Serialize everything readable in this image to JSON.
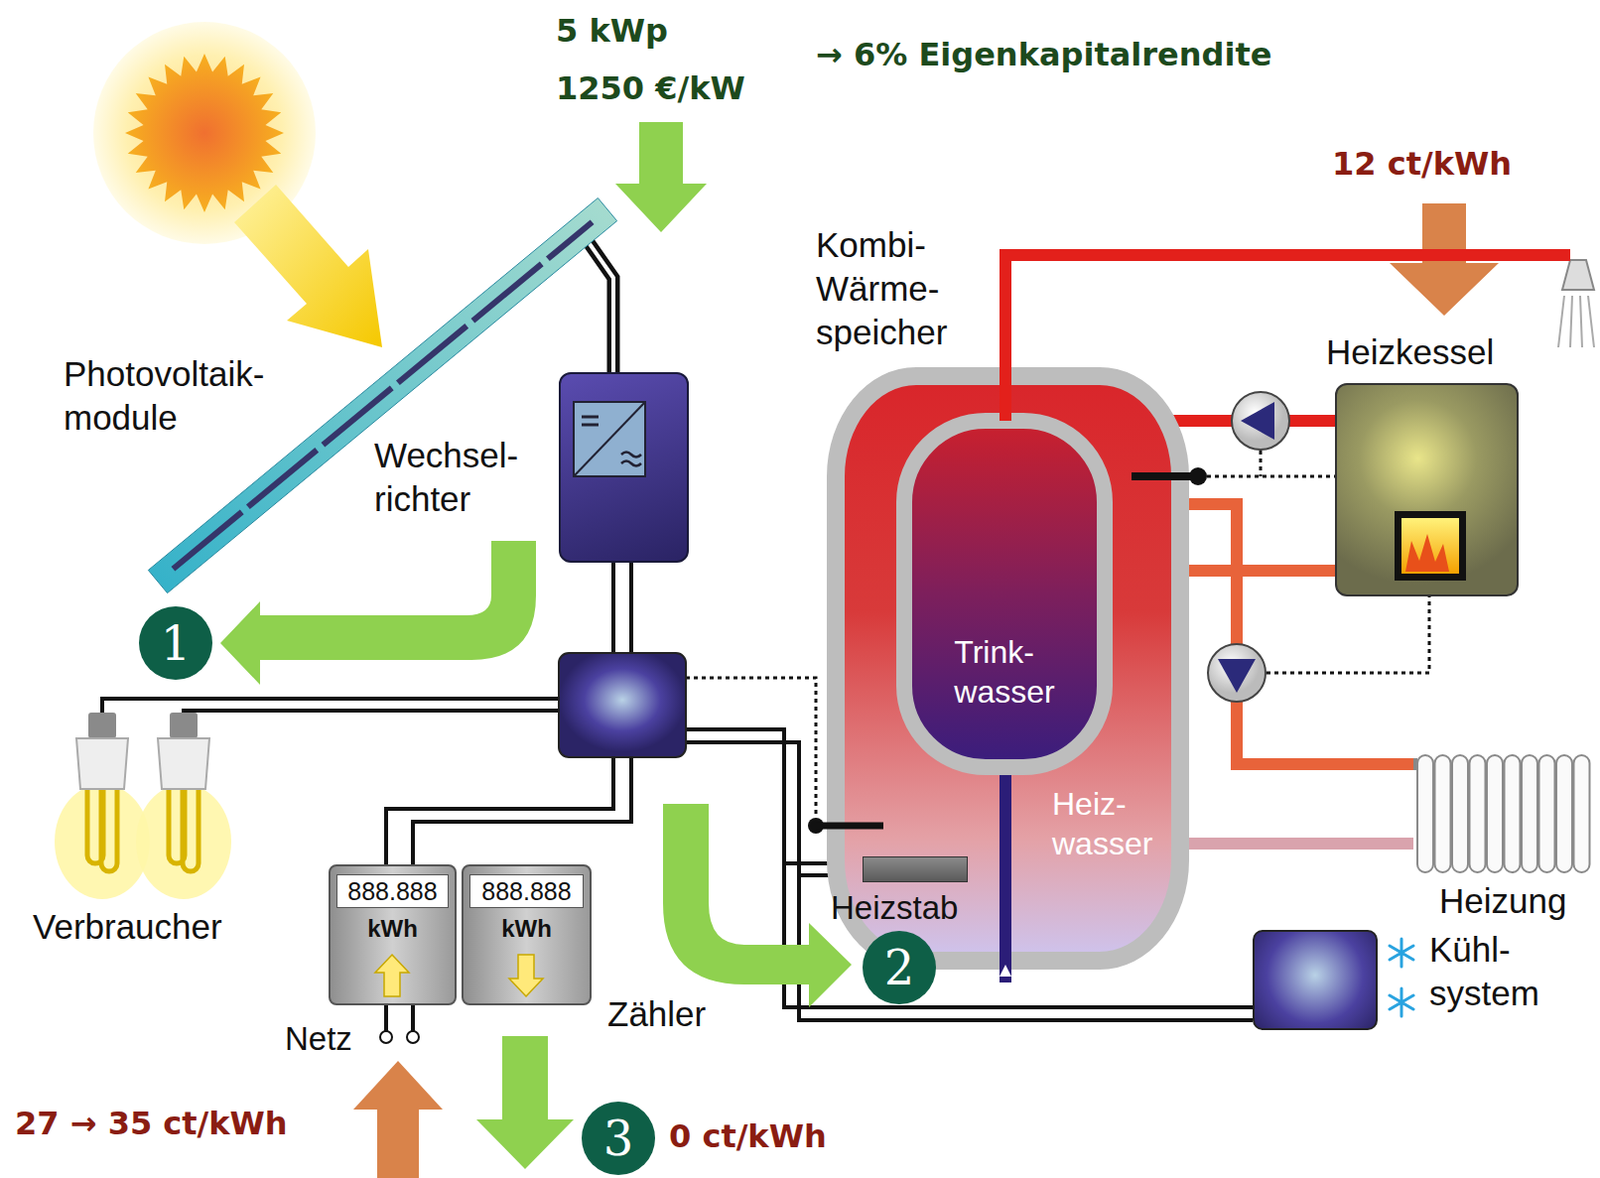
{
  "diagram": {
    "nodes": [
      {
        "text": [
          "Photovoltaik- module"
        ]
      },
      {
        "text": [
          "Wechsel- richter"
        ]
      },
      {
        "text": [
          "Kombi- Wärme- speicher",
          "Heiz- wasser"
        ]
      },
      {
        "text": [
          "Trink- wasser"
        ],
        "in": 2
      },
      {
        "text": [
          "Heizkessel"
        ]
      },
      {
        "text": [
          "Verbraucher"
        ]
      },
      {
        "text": [
          "Heizstab"
        ]
      },
      {
        "text": [
          "888.888",
          "kWh"
        ]
      },
      {
        "text": [
          "888.888",
          "kWh"
        ]
      },
      {
        "text": [
          "Heizung"
        ]
      },
      {
        "text": [
          "Kühl- system"
        ]
      }
    ],
    "edges": [
      {
        "from": 0,
        "to": 1,
        "arrow": "none"
      },
      {
        "from": 4,
        "to": 2,
        "arrow": "none"
      },
      {
        "from": 2,
        "to": 4,
        "arrow": "none"
      },
      {
        "from": 2,
        "to": 9,
        "arrow": "none"
      },
      {
        "from": 9,
        "to": 2,
        "arrow": "none"
      }
    ],
    "labels": [
      "5 kWp",
      "1250 €/kW",
      "→ 6% Eigenkapitalrendite",
      "12 ct/kWh",
      "1",
      "2",
      "Zähler",
      "Netz",
      "27 → 35 ct/kWh",
      "3",
      "0 ct/kWh"
    ]
  }
}
